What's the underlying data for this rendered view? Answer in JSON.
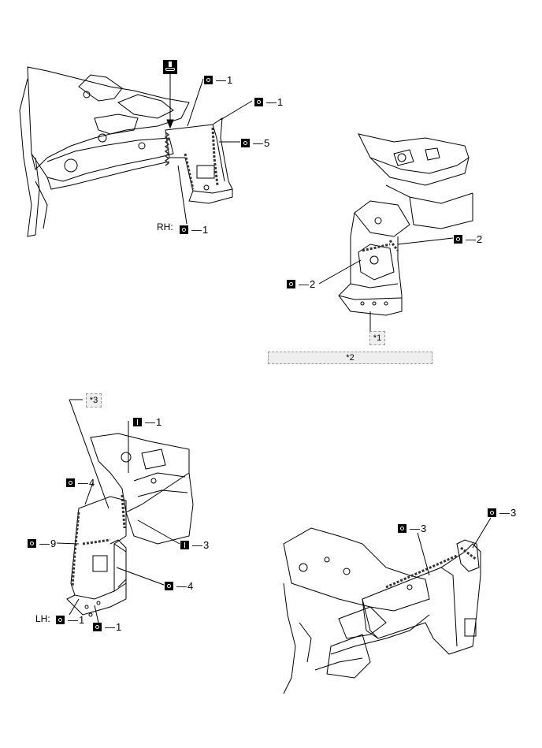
{
  "labels": {
    "tl_1a": {
      "count": "1"
    },
    "tl_1b": {
      "count": "1"
    },
    "tl_5": {
      "count": "5"
    },
    "tl_rh": {
      "count": "1"
    },
    "tr_2a": {
      "count": "2"
    },
    "tr_2b": {
      "count": "2"
    },
    "bl_i1": {
      "count": "1"
    },
    "bl_4a": {
      "count": "4"
    },
    "bl_9": {
      "count": "9"
    },
    "bl_i3": {
      "count": "3"
    },
    "bl_4b": {
      "count": "4"
    },
    "bl_lh1": {
      "count": "1"
    },
    "bl_lh1b": {
      "count": "1"
    },
    "br_3a": {
      "count": "3"
    },
    "br_3b": {
      "count": "3"
    }
  },
  "side_labels": {
    "rh": "RH:",
    "lh": "LH:"
  },
  "callouts": {
    "c1": "*1",
    "c2": "*2",
    "c3": "*3"
  },
  "icons": {
    "top_symbol": "weld-gun-icon",
    "circle_symbol": "spot-weld-icon",
    "bar_symbol": "plug-weld-icon"
  },
  "colors": {
    "line": "#000000",
    "tag_fill": "#eeeeee",
    "tag_border": "#999999",
    "weld_mark": "#333333"
  }
}
